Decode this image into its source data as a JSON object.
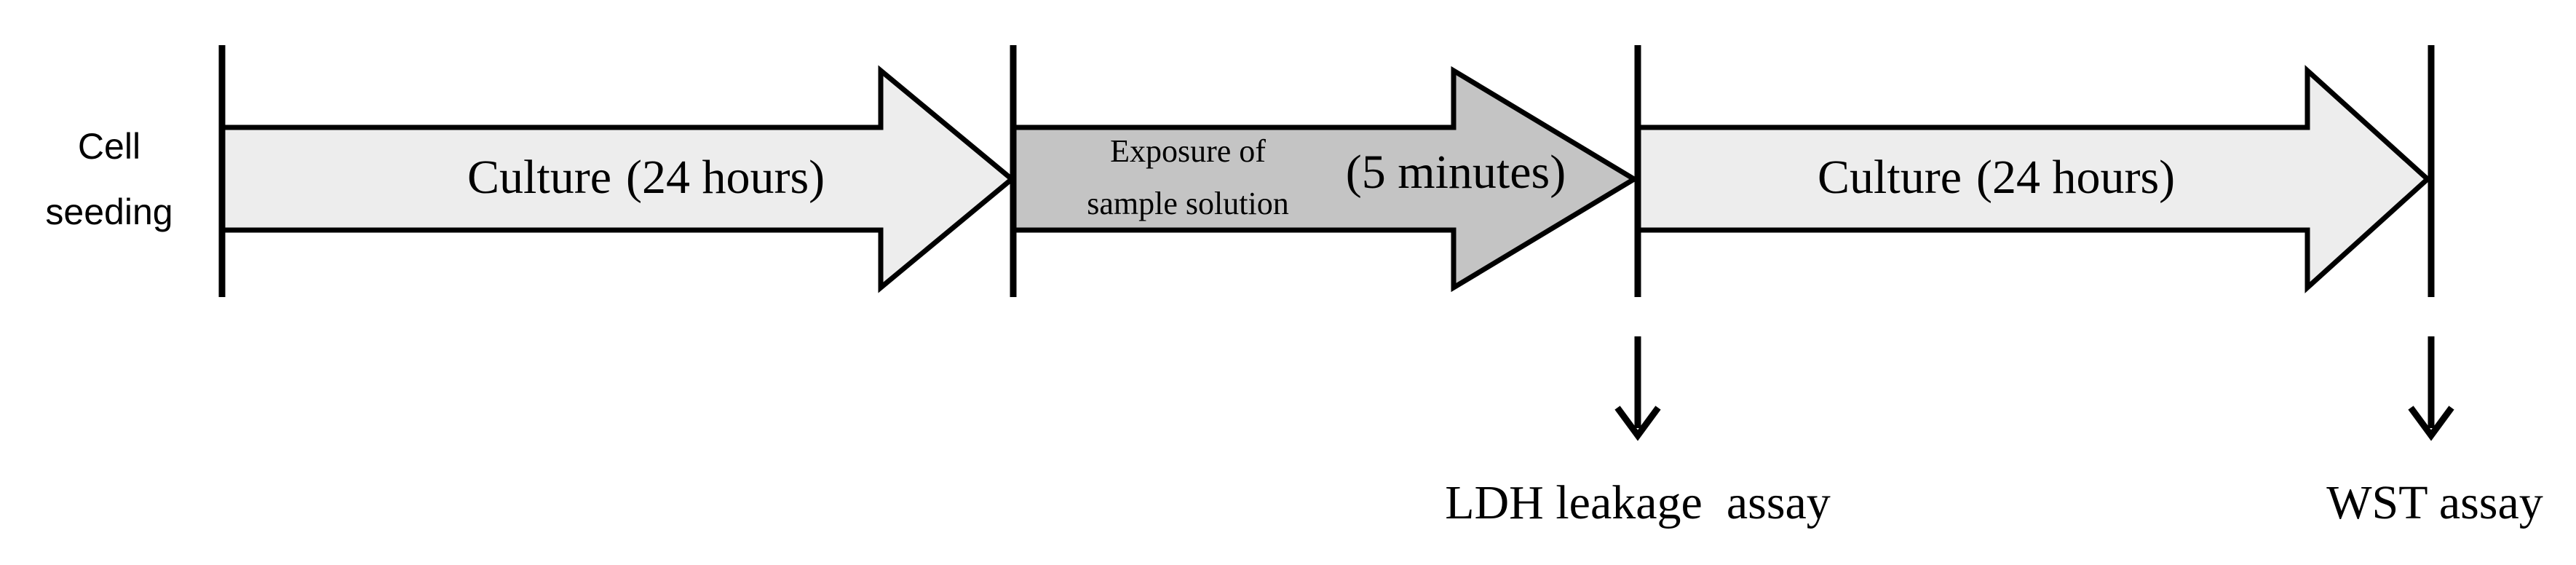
{
  "diagram": {
    "start_label": [
      "Cell",
      "seeding"
    ],
    "stages": [
      {
        "lines": [
          "Culture",
          "(24 hours)"
        ],
        "fill": "#ededed"
      },
      {
        "small_lines": [
          "Exposure of",
          "sample solution"
        ],
        "duration": "(5 minutes)",
        "fill": "#c4c4c4"
      },
      {
        "lines": [
          "Culture",
          "(24 hours)"
        ],
        "fill": "#ededed"
      }
    ],
    "assays": [
      "LDH leakage  assay",
      "WST assay"
    ],
    "colors": {
      "stroke": "#000000",
      "light_fill": "#ededed",
      "dark_fill": "#c4c4c4"
    }
  }
}
